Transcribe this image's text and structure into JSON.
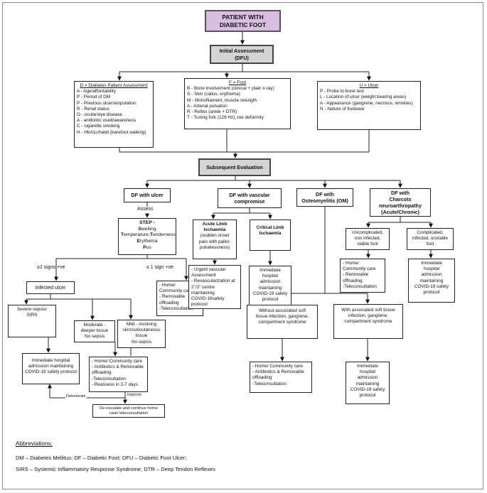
{
  "main_title": [
    "PATIENT WITH",
    "DIABETIC FOOT"
  ],
  "initial": [
    "Initial Assessment",
    "(DFU)"
  ],
  "d_box": {
    "title": "D = Diabetes Patient Assessment",
    "lines": [
      "A - Age/affordability",
      "P - Period of DM",
      "P - Previous ulcer/amputation",
      "R - Renal status",
      "O - ocular/eye disease",
      "A - antibiotic used/awareness",
      "C - cigarette smoking",
      "H - HbA1c/habit (barefoot walking)"
    ]
  },
  "f_box": {
    "title": "F = Foot",
    "lines": [
      "B - Bone involvement (clinical + plain x-ray)",
      "S - Skin (callus, erythema)",
      "M - Monofilament, muscle strength",
      "A - Arterial pulsation",
      "R - Reflex (ankle + DTR)",
      "T - Tuning fork (128 Hz), toe deformity"
    ]
  },
  "u_box": {
    "title": "U = Ulcer",
    "lines": [
      "P - Probe to bone test",
      "L - Location of ulcer (weight bearing areas)",
      "A - Appearance (gangrene, necrosis, wrinkles)",
      "N - Nature of footwear"
    ]
  },
  "subsequent": "Subsequent Evaluation",
  "df_ulcer": "DF with ulcer",
  "df_vascular": [
    "DF with vascular",
    "compromise"
  ],
  "df_om": [
    "DF with",
    "Osteomyelitis (OM)"
  ],
  "df_charcot": [
    "DF with",
    "Charcots",
    "neuroarthropathy",
    "(Acute/Chronic)"
  ],
  "assess": "Assess",
  "step": {
    "title": "STEP -",
    "lines": [
      {
        "b": "S",
        "r": "welling"
      },
      {
        "b": "T",
        "r": "emperature,",
        "b2": "T",
        "r2": "enderness"
      },
      {
        "b": "E",
        "r": "rythema"
      },
      {
        "b": "P",
        "r": "us"
      }
    ]
  },
  "ge2": "≥2 signs +ve",
  "le1": "≤ 1 sign +ve",
  "infected": "Infected ulcer",
  "home_small": [
    "- Home/",
    "Community care",
    "- Removable",
    "offloading",
    "-Teleconsultation"
  ],
  "severe": [
    "Severe sepsis/",
    "SIRS"
  ],
  "moderate": [
    "Moderate -",
    "deeper tissue",
    "No sepsis"
  ],
  "mild": [
    "Mild - involving",
    "skin/subcutaneous",
    "tissue",
    "No sepsis"
  ],
  "immediate_left": [
    "Immediate hospital",
    "admission maintaining",
    "COVID-19 safety protocol"
  ],
  "home_antibiotic": [
    "- Home/ Community care",
    "- Antibiotics & Removable",
    "offloading",
    "-Teleconsultation",
    "- Reassess in 2-7 days"
  ],
  "deteriorate": "Deteriorate",
  "improve": "Improve",
  "deescalate": [
    "De-escalate and continue home",
    "care/ teleconsultation"
  ],
  "acute_limb": {
    "title": [
      "Acute Limb",
      "Ischaemia"
    ],
    "lines": [
      "(sudden onset",
      "pain with pallor,",
      "pulselessness)"
    ]
  },
  "critical_limb": [
    "Critical Limb",
    "Ischaemia"
  ],
  "urgent": [
    "- Urgent vascular",
    "Assessment",
    "- Revascularization at",
    "2˚/3˚ centre",
    "maintaining",
    "COVID-19safety",
    "protocol"
  ],
  "immediate_crit": [
    "Immediate",
    "hospital",
    "admission",
    "maintaining",
    "COVID-19 safety",
    "protocol"
  ],
  "without_soft": [
    "Without associated soft",
    "tissue infection, gangrene,",
    "compartment syndrome"
  ],
  "with_soft": [
    "With associated soft tissue",
    "infection, gangrene,",
    "compartment syndrome"
  ],
  "home_om": [
    "- Home/ Community care",
    "- Antibiotics & Removable",
    "offloading",
    "-Teleconsultation"
  ],
  "immediate_om": [
    "Immediate",
    "hospital",
    "admission",
    "maintaining",
    "COVID-19 safety",
    "protocol"
  ],
  "uncomplicated": [
    "Uncomplicated,",
    "non infected,",
    "stable foot"
  ],
  "complicated": [
    "Complicated,",
    "infected, unstable",
    "foot"
  ],
  "home_charcot": [
    "- Home/",
    "Community care",
    "- Removable",
    "offloading",
    "-Teleconsultation"
  ],
  "immediate_charcot": [
    "Immediate",
    "hospital",
    "admission",
    "maintaining",
    "COVID-19 safety",
    "protocol"
  ],
  "abbr_title": "Abbreviations:",
  "abbr_lines": [
    "DM – Diabetes Mellitus; DF – Diabetic Foot; DFU – Diabetic Foot Ulcer;",
    "SIRS – Systemic Inflammatory Response Syndrome; DTR – Deep Tendon Reflexes"
  ]
}
